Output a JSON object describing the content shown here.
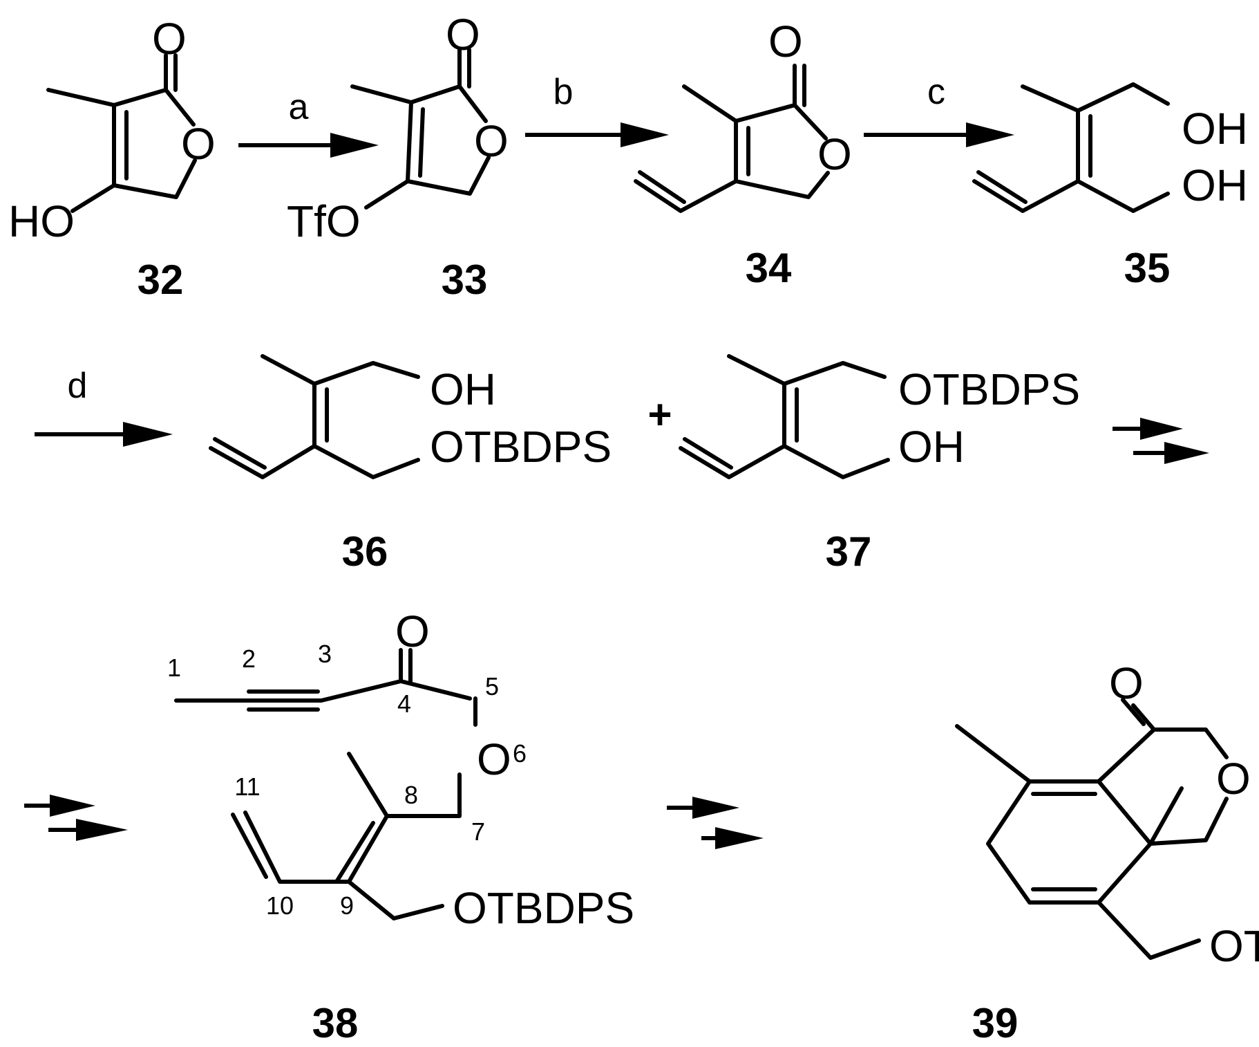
{
  "reagents": {
    "a": "a",
    "b": "b",
    "c": "c",
    "d": "d"
  },
  "compounds": {
    "c32": {
      "label": "32",
      "oxo": "O",
      "ring_o": "O",
      "hydroxy": "HO"
    },
    "c33": {
      "label": "33",
      "oxo": "O",
      "ring_o": "O",
      "triflate": "TfO"
    },
    "c34": {
      "label": "34",
      "oxo": "O",
      "ring_o": "O"
    },
    "c35": {
      "label": "35",
      "oh_top": "OH",
      "oh_bottom": "OH"
    },
    "c36": {
      "label": "36",
      "oh": "OH",
      "otbdps": "OTBDPS"
    },
    "c37": {
      "label": "37",
      "otbdps": "OTBDPS",
      "oh": "OH"
    },
    "c38": {
      "label": "38",
      "oxo": "O",
      "ester_o": "O",
      "otbdps": "OTBDPS",
      "numbering": [
        "1",
        "2",
        "3",
        "4",
        "5",
        "6",
        "7",
        "8",
        "9",
        "10",
        "11"
      ]
    },
    "c39": {
      "label": "39",
      "oxo": "O",
      "ring_o": "O",
      "otbdps": "OTBDPS"
    }
  },
  "plus_sign": "+"
}
